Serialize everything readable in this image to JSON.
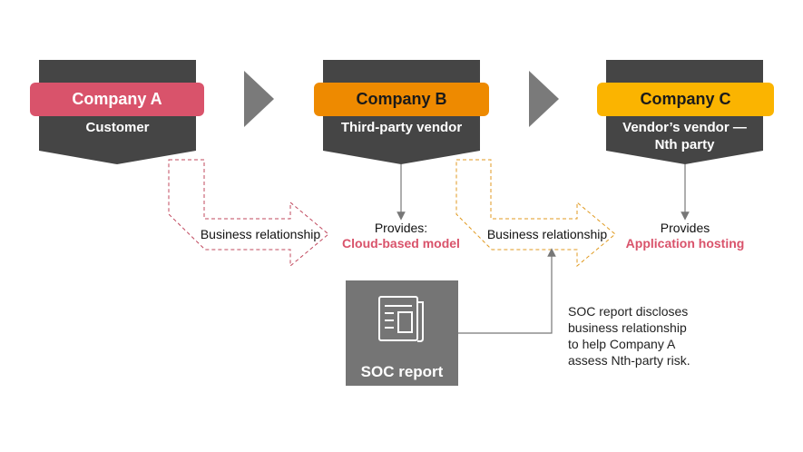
{
  "colors": {
    "dark": "#454545",
    "company_a": "#d9536b",
    "company_b": "#ee8a00",
    "company_c": "#fbb400",
    "chevron": "#7a7a7a",
    "dashed_a": "#c0485e",
    "dashed_b": "#e09a20",
    "soc_bg": "#757575",
    "connector": "#777777"
  },
  "companies": [
    {
      "name": "Company A",
      "role": "Customer"
    },
    {
      "name": "Company B",
      "role": "Third-party vendor"
    },
    {
      "name": "Company C",
      "role_line1": "Vendor’s vendor —",
      "role_line2": "Nth party"
    }
  ],
  "relationships": [
    {
      "label": "Business relationship"
    },
    {
      "label": "Business relationship"
    }
  ],
  "provides": [
    {
      "prefix": "Provides:",
      "service": "Cloud-based model"
    },
    {
      "prefix": "Provides",
      "service": "Application hosting"
    }
  ],
  "soc": {
    "title": "SOC report",
    "icon": "newspaper-icon",
    "note_lines": [
      "SOC report discloses",
      "business relationship",
      "to help Company A",
      "assess Nth-party risk."
    ]
  }
}
